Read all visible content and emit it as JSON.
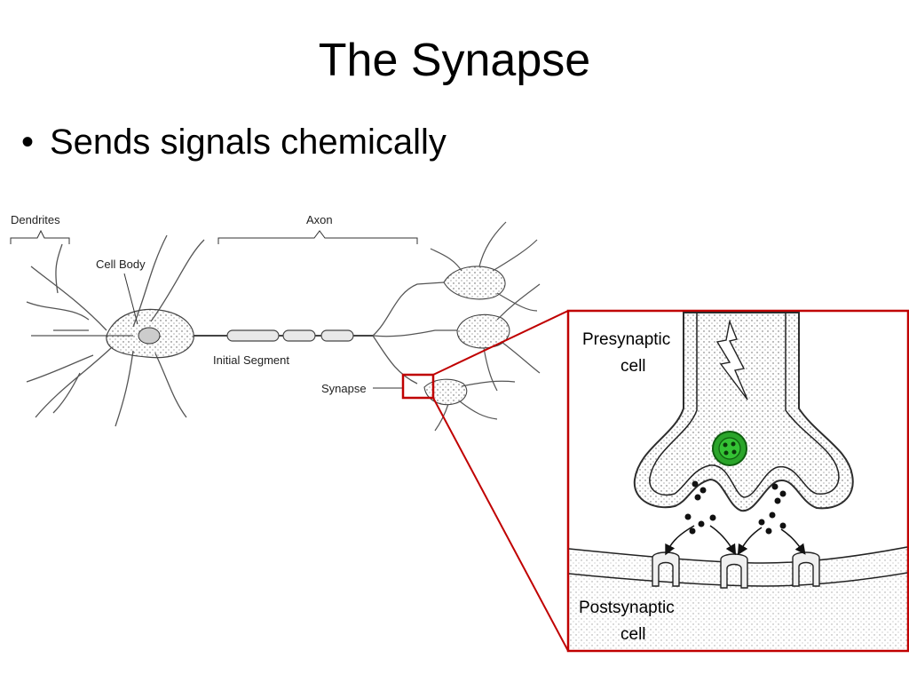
{
  "slide": {
    "title": "The Synapse",
    "bullet_symbol": "•",
    "bullets": [
      "Sends signals chemically"
    ]
  },
  "neuron_diagram": {
    "labels": {
      "dendrites": "Dendrites",
      "axon": "Axon",
      "cell_body": "Cell Body",
      "initial_segment": "Initial Segment",
      "synapse": "Synapse"
    }
  },
  "synapse_inset": {
    "presynaptic_line1": "Presynaptic",
    "presynaptic_line2": "cell",
    "postsynaptic_line1": "Postsynaptic",
    "postsynaptic_line2": "cell",
    "highlight_color": "#c00000"
  }
}
